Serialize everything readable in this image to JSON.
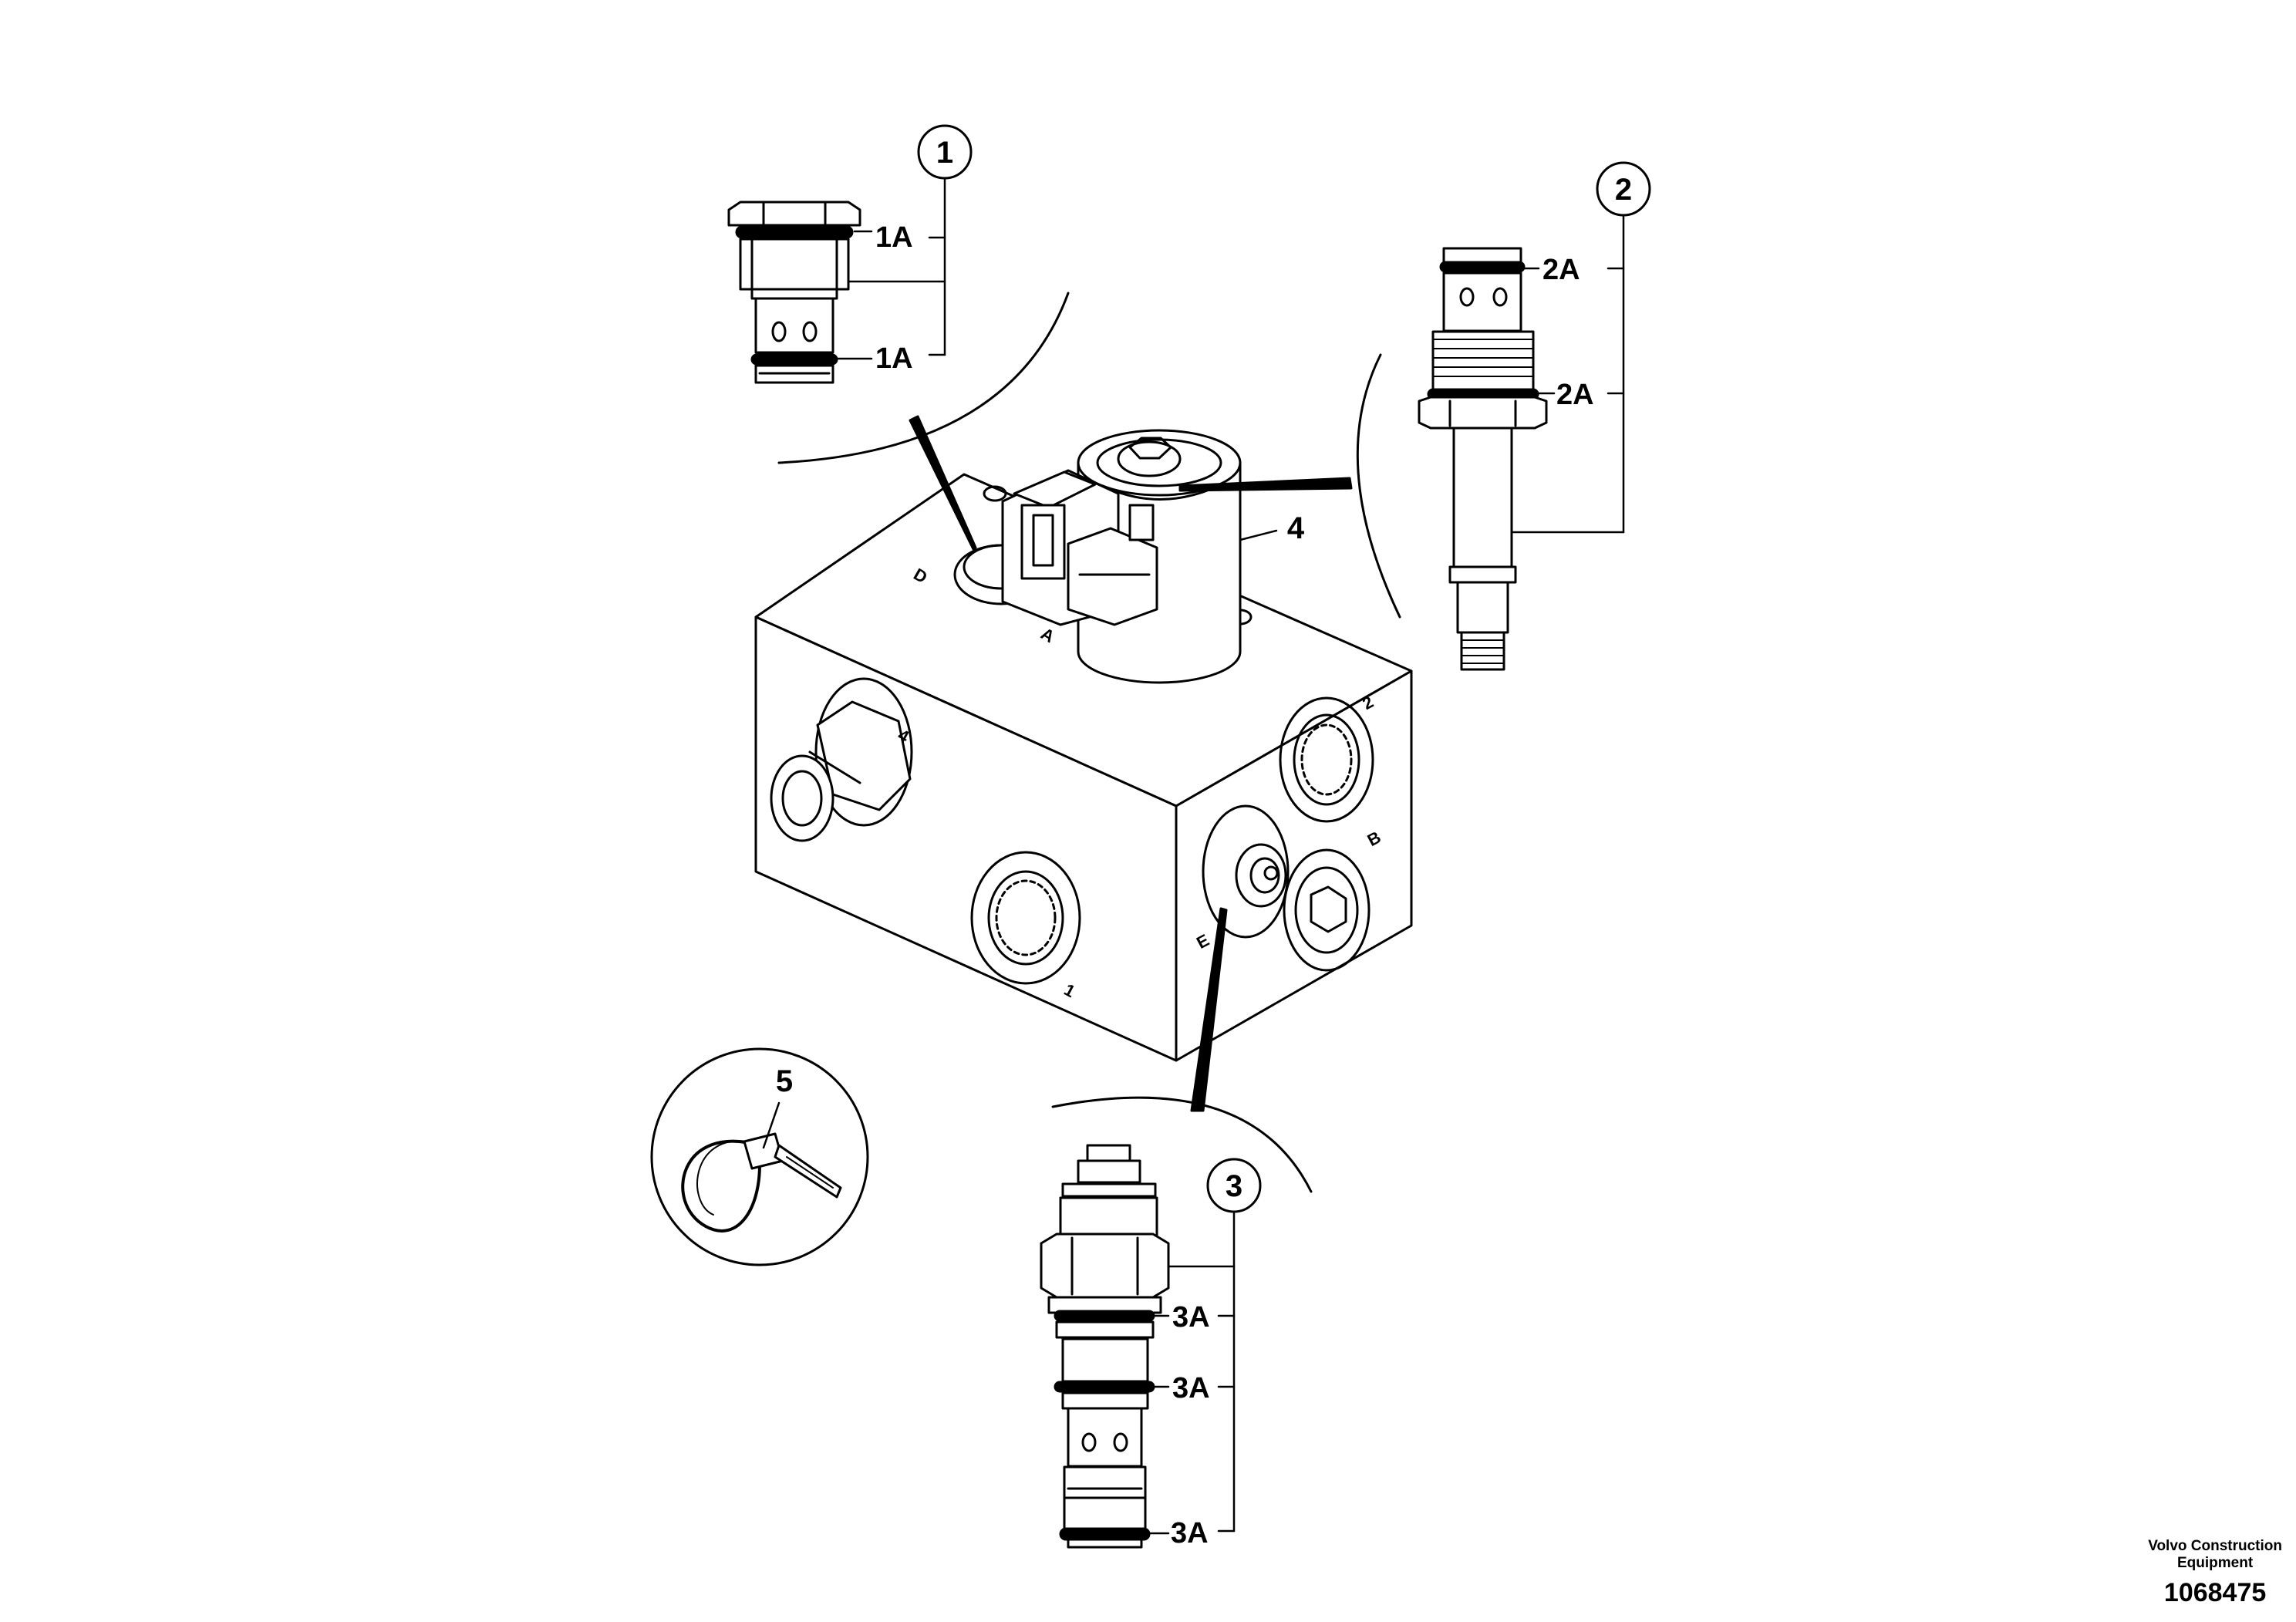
{
  "callouts": {
    "c1": "1",
    "c2": "2",
    "c3": "3",
    "c4": "4",
    "c5": "5"
  },
  "sub_labels": {
    "s1a_top": "1A",
    "s1a_bot": "1A",
    "s2a_top": "2A",
    "s2a_bot": "2A",
    "s3a_1": "3A",
    "s3a_2": "3A",
    "s3a_3": "3A"
  },
  "ports": {
    "d": "D",
    "a": "A",
    "p4": "4",
    "p2": "2",
    "pb": "B",
    "pe": "E",
    "p1": "1"
  },
  "footer": {
    "company_line1": "Volvo Construction",
    "company_line2": "Equipment",
    "drawing_id": "1068475"
  }
}
